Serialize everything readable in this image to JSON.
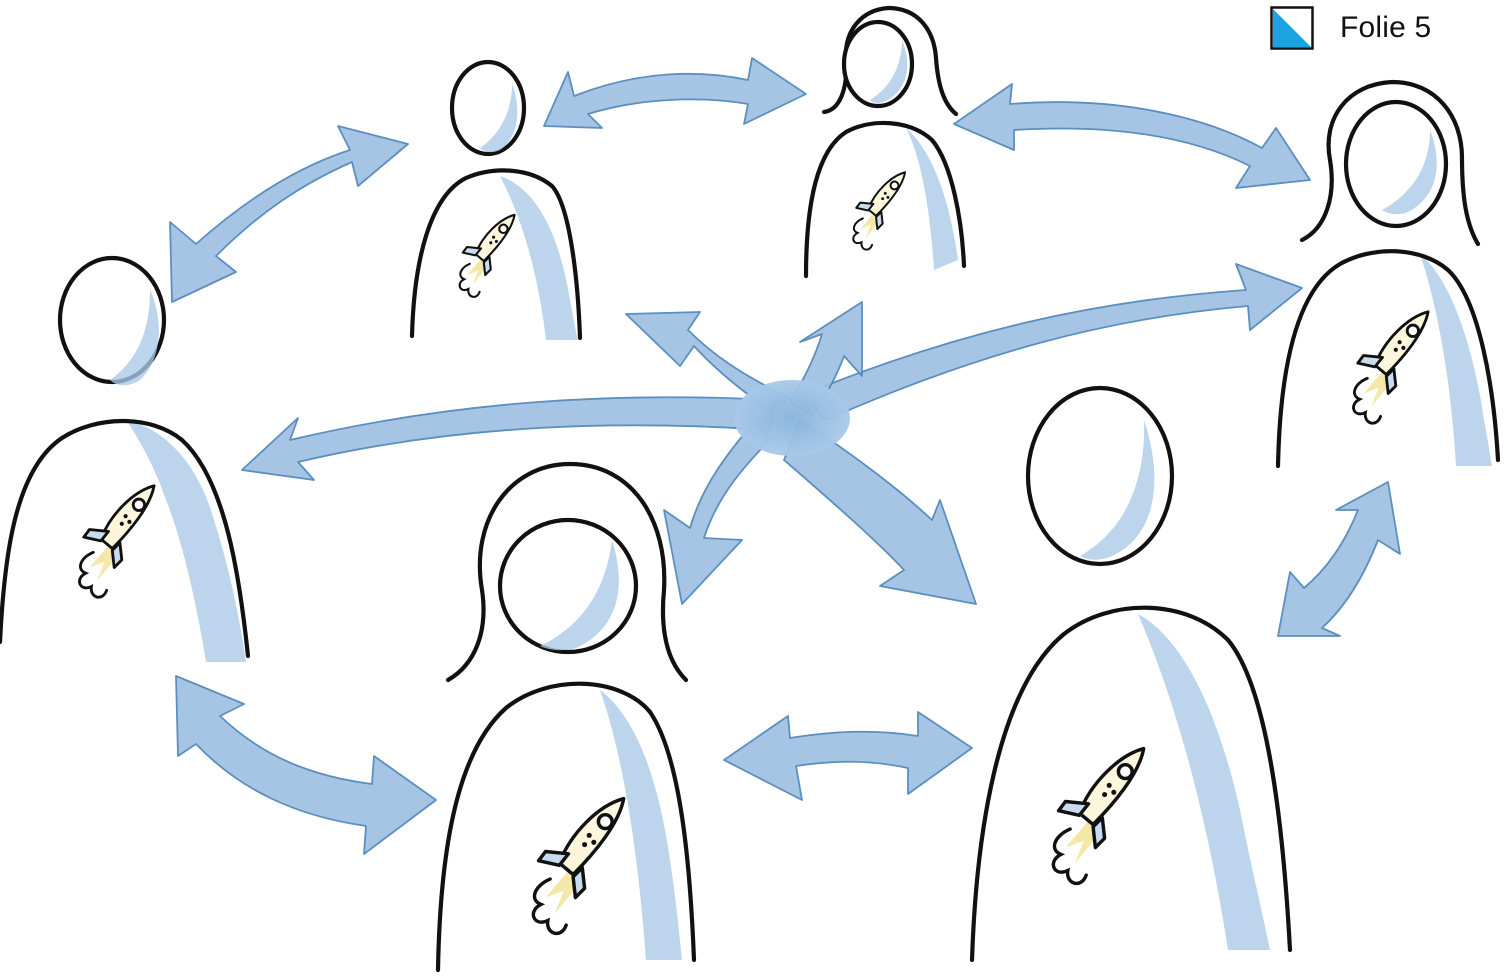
{
  "slide": {
    "label": "Folie 5"
  },
  "colors": {
    "watercolor_blue": "#a9c9e8",
    "arrow_blue": "#9fc1e3",
    "ink": "#111111",
    "rocket_yellow": "#f3e5a0",
    "marker_cyan": "#1aa3e0"
  },
  "figures": [
    {
      "id": "person-left",
      "type": "man",
      "holds": "rocket-icon"
    },
    {
      "id": "person-top-left",
      "type": "man",
      "holds": "rocket-icon"
    },
    {
      "id": "person-top-center",
      "type": "woman",
      "holds": "rocket-icon"
    },
    {
      "id": "person-top-right",
      "type": "woman",
      "holds": "rocket-icon"
    },
    {
      "id": "person-bottom-center",
      "type": "woman",
      "holds": "rocket-icon"
    },
    {
      "id": "person-bottom-right",
      "type": "man",
      "holds": "rocket-icon"
    }
  ],
  "connections": [
    [
      "person-left",
      "person-top-left"
    ],
    [
      "person-top-left",
      "person-top-center"
    ],
    [
      "person-top-center",
      "person-top-right"
    ],
    [
      "person-top-right",
      "person-bottom-right"
    ],
    [
      "person-bottom-right",
      "person-bottom-center"
    ],
    [
      "person-bottom-center",
      "person-left"
    ],
    [
      "hub",
      "person-left"
    ],
    [
      "hub",
      "person-top-right"
    ],
    [
      "hub",
      "person-top-left"
    ],
    [
      "hub",
      "person-top-center"
    ],
    [
      "hub",
      "person-bottom-center"
    ],
    [
      "hub",
      "person-bottom-right"
    ]
  ]
}
